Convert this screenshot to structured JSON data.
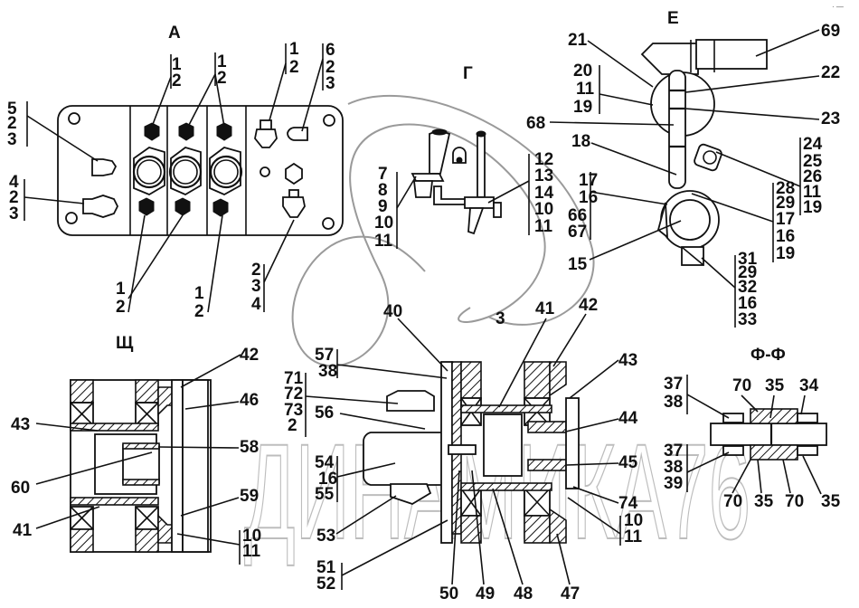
{
  "title": "Exploded parts diagram with callouts",
  "watermark": "ДИНАМИКА76",
  "corner_mark": "· —",
  "views": {
    "A": {
      "label": "А",
      "callouts": [
        "5/2/3",
        "4/2/3",
        "1/2",
        "1/2",
        "1/2",
        "6/2/3",
        "1/2",
        "1/2",
        "2/3/4"
      ]
    },
    "G": {
      "label": "Г",
      "callouts": [
        "7/8/9/10/11",
        "12/13/14/10/11"
      ]
    },
    "E": {
      "label": "Е",
      "callouts": [
        "21",
        "69",
        "22",
        "23",
        "20/11/19",
        "68",
        "18",
        "24/25/26/11/19",
        "17/16/66/67",
        "28/29/17/16/19",
        "15",
        "31/29/32/16/33"
      ]
    },
    "SHCH": {
      "label": "Щ",
      "callouts": [
        "42",
        "46",
        "43",
        "58",
        "60",
        "59",
        "41",
        "10/11"
      ]
    },
    "FF": {
      "label": "Ф-Ф",
      "callouts": [
        "37/38",
        "70",
        "35",
        "34",
        "37/38/39",
        "70",
        "35",
        "70",
        "35"
      ]
    },
    "main": {
      "callouts": [
        "3",
        "40",
        "41",
        "42",
        "57/38",
        "43",
        "71/72/73/2",
        "56",
        "44",
        "54/16/55",
        "45",
        "74",
        "10/11",
        "53",
        "51/52",
        "50",
        "49",
        "48",
        "47"
      ]
    }
  },
  "labels": {
    "a_5_2_3": [
      "5",
      "2",
      "3"
    ],
    "a_4_2_3": [
      "4",
      "2",
      "3"
    ],
    "a_top1": [
      "1",
      "2"
    ],
    "a_top2": [
      "1",
      "2"
    ],
    "a_top3": [
      "1",
      "2"
    ],
    "a_top4": [
      "6",
      "2",
      "3"
    ],
    "a_bot1": [
      "1",
      "2"
    ],
    "a_bot2": [
      "1",
      "2"
    ],
    "a_bot3": [
      "2",
      "3",
      "4"
    ],
    "g_left": [
      "7",
      "8",
      "9",
      "10",
      "11"
    ],
    "g_right": [
      "12",
      "13",
      "14",
      "10",
      "11"
    ],
    "e_21": "21",
    "e_69": "69",
    "e_22": "22",
    "e_23": "23",
    "e_20": [
      "20",
      "11",
      "19"
    ],
    "e_68": "68",
    "e_18": "18",
    "e_24": [
      "24",
      "25",
      "26",
      "11",
      "19"
    ],
    "e_17": [
      "17",
      "16",
      "66",
      "67"
    ],
    "e_28": [
      "28",
      "29",
      "17",
      "16",
      "19"
    ],
    "e_15": "15",
    "e_31": [
      "31",
      "29",
      "32",
      "16",
      "33"
    ],
    "s_42": "42",
    "s_46": "46",
    "s_43": "43",
    "s_58": "58",
    "s_60": "60",
    "s_59": "59",
    "s_41": "41",
    "s_10": [
      "10",
      "11"
    ],
    "f_37a": [
      "37",
      "38"
    ],
    "f_70a": "70",
    "f_35a": "35",
    "f_34": "34",
    "f_37b": [
      "37",
      "38",
      "39"
    ],
    "f_70b": "70",
    "f_35b": "35",
    "f_70c": "70",
    "f_35c": "35",
    "m_3": "3",
    "m_40": "40",
    "m_41": "41",
    "m_42": "42",
    "m_57": [
      "57",
      "38"
    ],
    "m_43": "43",
    "m_71": [
      "71",
      "72",
      "73",
      "2"
    ],
    "m_56": "56",
    "m_44": "44",
    "m_54": [
      "54",
      "16",
      "55"
    ],
    "m_45": "45",
    "m_74": "74",
    "m_10": [
      "10",
      "11"
    ],
    "m_53": "53",
    "m_51": [
      "51",
      "52"
    ],
    "m_50": "50",
    "m_49": "49",
    "m_48": "48",
    "m_47": "47"
  }
}
